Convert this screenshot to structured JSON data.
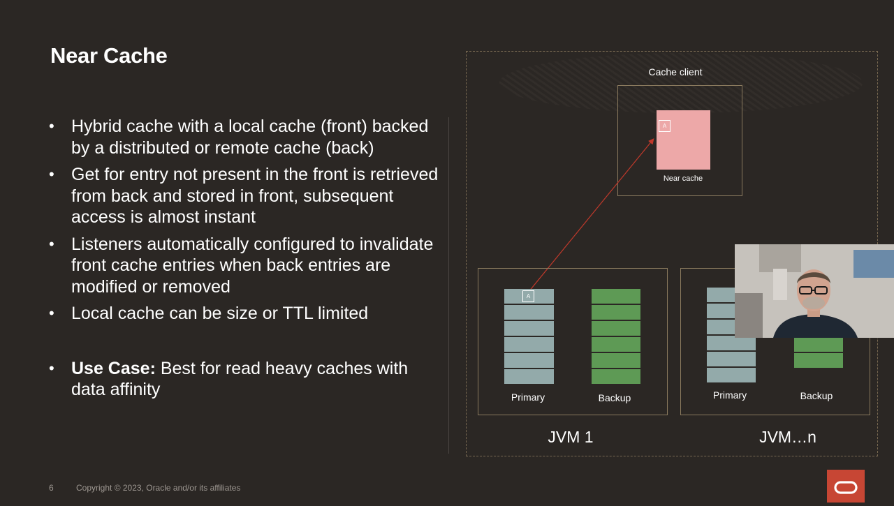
{
  "slide": {
    "title": "Near Cache",
    "bullets": [
      "Hybrid cache with a local cache (front) backed by a distributed or remote cache (back)",
      "Get for entry not present in the front is retrieved from back and stored in front, subsequent access is almost instant",
      "Listeners automatically configured to invalidate front cache entries when back entries are modified or removed",
      "Local cache can be size or TTL limited"
    ],
    "use_case_label": "Use Case:",
    "use_case_text": " Best for read heavy caches with data affinity",
    "page_number": "6",
    "copyright": "Copyright © 2023, Oracle and/or its affiliates"
  },
  "diagram": {
    "client_label": "Cache client",
    "near_cache_label": "Near cache",
    "entry_label": "A",
    "primary_label": "Primary",
    "backup_label": "Backup",
    "jvm1_label": "JVM 1",
    "jvmn_label": "JVM…n",
    "colors": {
      "near_cache": "#eda8a8",
      "primary": "#93aaaa",
      "backup": "#5e9a55",
      "arrow": "#c0392b",
      "brand": "#c74634"
    }
  },
  "icons": {
    "logo": "oracle-logo-icon",
    "webcam": "presenter-video"
  }
}
